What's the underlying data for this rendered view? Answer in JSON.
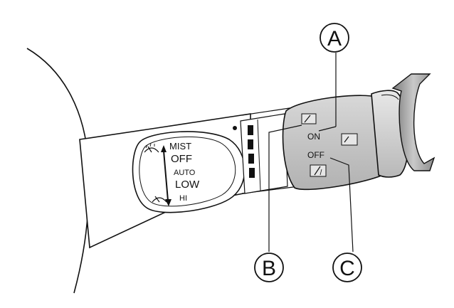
{
  "lever_end_labels": {
    "mist": "MIST",
    "off": "OFF",
    "auto": "AUTO",
    "low": "LOW",
    "hi": "HI"
  },
  "rear_ring_labels": {
    "on": "ON",
    "off": "OFF"
  },
  "callouts": {
    "a": "A",
    "b": "B",
    "c": "C"
  },
  "colors": {
    "ring_gray": "#c7c7c7",
    "knob_gray": "#d4d4d4",
    "grip_gray": "#9a9a9a",
    "outline": "#111111"
  },
  "icons": [
    "front-wiper-icon",
    "rear-wiper-icon",
    "washer-icon",
    "turn-arrows-icon"
  ]
}
